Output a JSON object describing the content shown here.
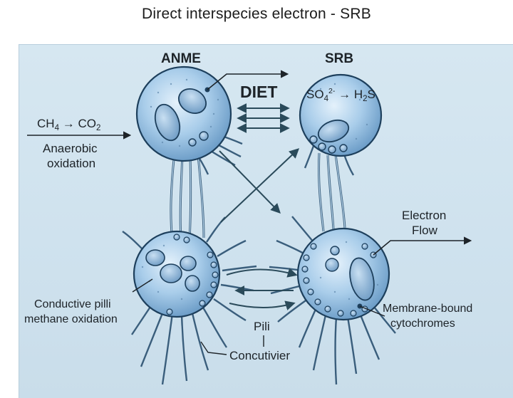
{
  "title": "Direct interspecies electron - SRB",
  "labels": {
    "anme": "ANME",
    "srb": "SRB",
    "diet": "DIET",
    "methane_reaction": {
      "reactant": "CH",
      "reactant_sub": "4",
      "arrow": "→",
      "product": "CO",
      "product_sub": "2"
    },
    "anaerobic_oxidation": [
      "Anaerobic",
      "oxidation"
    ],
    "sulfate_reaction": {
      "reactant": "SO",
      "reactant_sub": "4",
      "reactant_sup": "2-",
      "arrow": "→",
      "product": "H",
      "product_sub": "2",
      "product_tail": "S"
    },
    "electron_flow": [
      "Electron",
      "Flow"
    ],
    "conductive_pili": [
      "Conductive pilli",
      "methane oxidation"
    ],
    "membrane_bound": [
      "Membrane-bound",
      "cytochromes"
    ],
    "pili": "Pili",
    "conductivier": "Concutivier"
  },
  "colors": {
    "background_panel": "#d3e5f0",
    "cell_fill": "#9cc6e6",
    "cell_stroke": "#1d3f5c",
    "arrow": "#2a4a5a",
    "text": "#1d2328"
  }
}
